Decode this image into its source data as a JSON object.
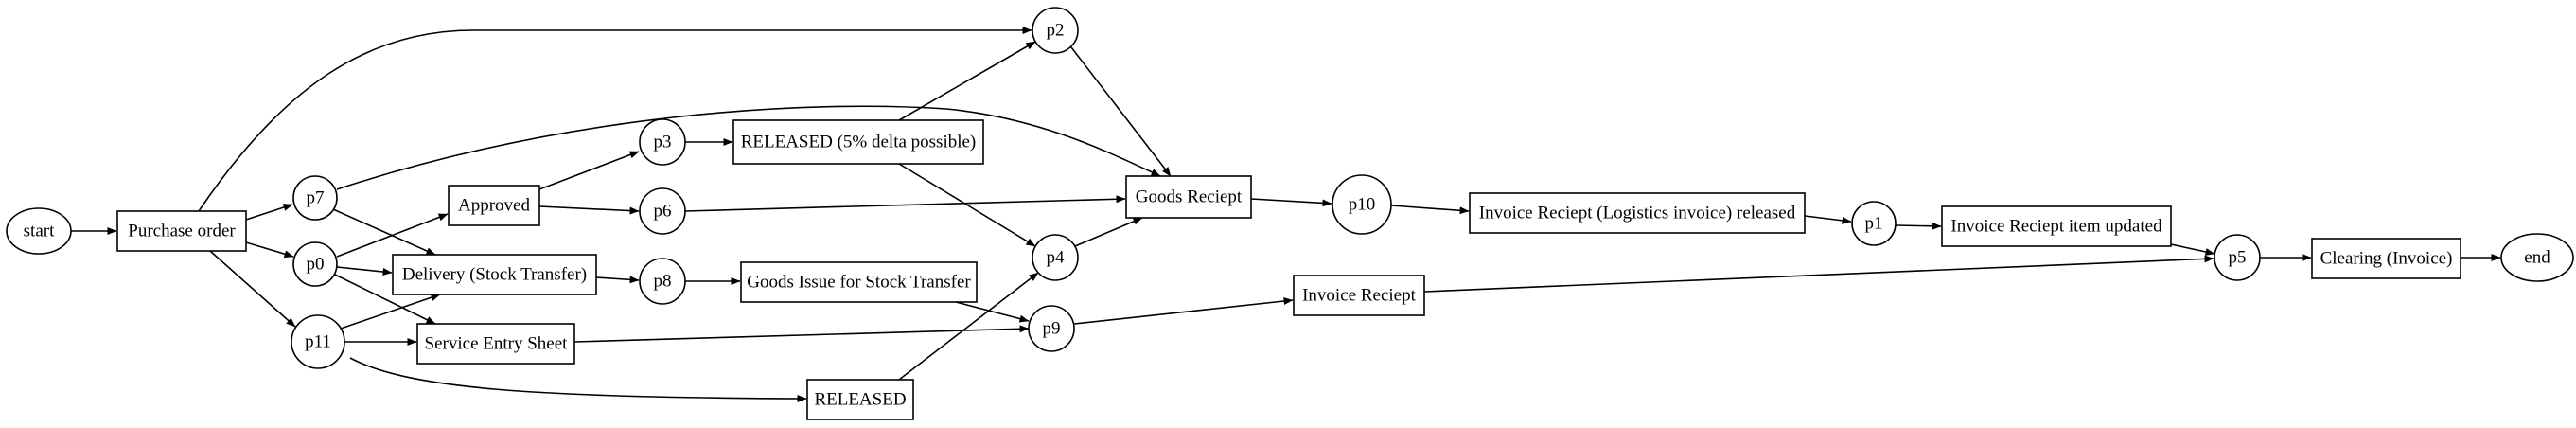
{
  "diagram": {
    "nodes": [
      {
        "id": "start",
        "label": "start",
        "kind": "terminal"
      },
      {
        "id": "purchase_order",
        "label": "Purchase order",
        "kind": "transition"
      },
      {
        "id": "p7",
        "label": "p7",
        "kind": "place"
      },
      {
        "id": "p0",
        "label": "p0",
        "kind": "place"
      },
      {
        "id": "p11",
        "label": "p11",
        "kind": "place"
      },
      {
        "id": "approved",
        "label": "Approved",
        "kind": "transition"
      },
      {
        "id": "delivery",
        "label": "Delivery (Stock Transfer)",
        "kind": "transition"
      },
      {
        "id": "service_entry",
        "label": "Service Entry Sheet",
        "kind": "transition"
      },
      {
        "id": "p3",
        "label": "p3",
        "kind": "place"
      },
      {
        "id": "p6",
        "label": "p6",
        "kind": "place"
      },
      {
        "id": "p8",
        "label": "p8",
        "kind": "place"
      },
      {
        "id": "released_delta",
        "label": "RELEASED (5% delta possible)",
        "kind": "transition"
      },
      {
        "id": "goods_issue",
        "label": "Goods Issue for Stock Transfer",
        "kind": "transition"
      },
      {
        "id": "released",
        "label": "RELEASED",
        "kind": "transition"
      },
      {
        "id": "p2",
        "label": "p2",
        "kind": "place"
      },
      {
        "id": "p4",
        "label": "p4",
        "kind": "place"
      },
      {
        "id": "p9",
        "label": "p9",
        "kind": "place"
      },
      {
        "id": "goods_receipt",
        "label": "Goods Reciept",
        "kind": "transition"
      },
      {
        "id": "invoice_receipt",
        "label": "Invoice Reciept",
        "kind": "transition"
      },
      {
        "id": "p10",
        "label": "p10",
        "kind": "place"
      },
      {
        "id": "inv_logistics",
        "label": "Invoice Reciept (Logistics invoice) released",
        "kind": "transition"
      },
      {
        "id": "p1",
        "label": "p1",
        "kind": "place"
      },
      {
        "id": "inv_item_updated",
        "label": "Invoice Reciept item updated",
        "kind": "transition"
      },
      {
        "id": "p5",
        "label": "p5",
        "kind": "place"
      },
      {
        "id": "clearing",
        "label": "Clearing (Invoice)",
        "kind": "transition"
      },
      {
        "id": "end",
        "label": "end",
        "kind": "terminal"
      }
    ],
    "edges": [
      {
        "from": "start",
        "to": "purchase_order"
      },
      {
        "from": "purchase_order",
        "to": "p7"
      },
      {
        "from": "purchase_order",
        "to": "p0"
      },
      {
        "from": "purchase_order",
        "to": "p11"
      },
      {
        "from": "purchase_order",
        "to": "p2"
      },
      {
        "from": "p7",
        "to": "goods_receipt"
      },
      {
        "from": "p7",
        "to": "delivery"
      },
      {
        "from": "p0",
        "to": "approved"
      },
      {
        "from": "p0",
        "to": "delivery"
      },
      {
        "from": "p0",
        "to": "service_entry"
      },
      {
        "from": "p11",
        "to": "delivery"
      },
      {
        "from": "p11",
        "to": "service_entry"
      },
      {
        "from": "p11",
        "to": "released"
      },
      {
        "from": "approved",
        "to": "p3"
      },
      {
        "from": "approved",
        "to": "p6"
      },
      {
        "from": "p3",
        "to": "released_delta"
      },
      {
        "from": "released_delta",
        "to": "p2"
      },
      {
        "from": "released_delta",
        "to": "p4"
      },
      {
        "from": "p6",
        "to": "goods_receipt"
      },
      {
        "from": "delivery",
        "to": "p8"
      },
      {
        "from": "p8",
        "to": "goods_issue"
      },
      {
        "from": "goods_issue",
        "to": "p9"
      },
      {
        "from": "service_entry",
        "to": "p9"
      },
      {
        "from": "released",
        "to": "p4"
      },
      {
        "from": "p2",
        "to": "goods_receipt"
      },
      {
        "from": "p4",
        "to": "goods_receipt"
      },
      {
        "from": "p9",
        "to": "invoice_receipt"
      },
      {
        "from": "goods_receipt",
        "to": "p10"
      },
      {
        "from": "p10",
        "to": "inv_logistics"
      },
      {
        "from": "inv_logistics",
        "to": "p1"
      },
      {
        "from": "p1",
        "to": "inv_item_updated"
      },
      {
        "from": "inv_item_updated",
        "to": "p5"
      },
      {
        "from": "invoice_receipt",
        "to": "p5"
      },
      {
        "from": "p5",
        "to": "clearing"
      },
      {
        "from": "clearing",
        "to": "end"
      }
    ]
  }
}
